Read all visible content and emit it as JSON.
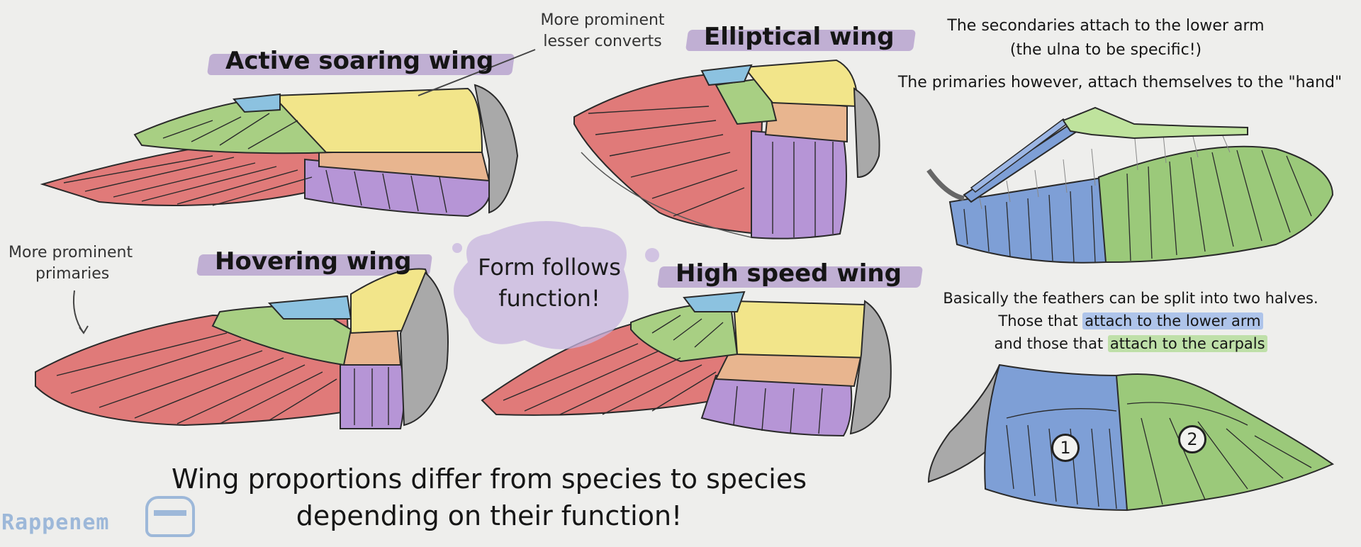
{
  "labels": {
    "active_soaring": "Active soaring wing",
    "elliptical": "Elliptical wing",
    "hovering": "Hovering wing",
    "high_speed": "High speed wing",
    "form_follows_line1": "Form follows",
    "form_follows_line2": "function!"
  },
  "annotations": {
    "lesser_line1": "More prominent",
    "lesser_line2": "lesser converts",
    "primaries_line1": "More prominent",
    "primaries_line2": "primaries"
  },
  "right_panel": {
    "secondaries_line1": "The secondaries attach to the lower arm",
    "secondaries_line2": "(the ulna to be specific!)",
    "primaries_hand": "The primaries however, attach themselves to the \"hand\"",
    "split_line1": "Basically the feathers can be split into two halves.",
    "split_line2_pre": "Those that ",
    "split_line2_hl": "attach to the lower arm",
    "split_line3_pre": "and those that ",
    "split_line3_hl": "attach to the carpals",
    "marker_1": "1",
    "marker_2": "2"
  },
  "caption": {
    "line1": "Wing proportions differ from species to species",
    "line2": "depending on their function!"
  },
  "logo": {
    "text": "Rappenem"
  },
  "colors": {
    "primaries_red": "#e07a79",
    "secondaries_purple": "#b695d6",
    "tertials_orange": "#e8b58f",
    "coverts_green": "#a8cf83",
    "coverts_yellow": "#f2e58a",
    "alula_blue": "#8cc2e0",
    "scapulars_gray": "#a9a9a9",
    "arm_blue": "#7e9fd6",
    "carpal_green": "#9bc97a",
    "banner_purple": "#b7a3cf"
  }
}
